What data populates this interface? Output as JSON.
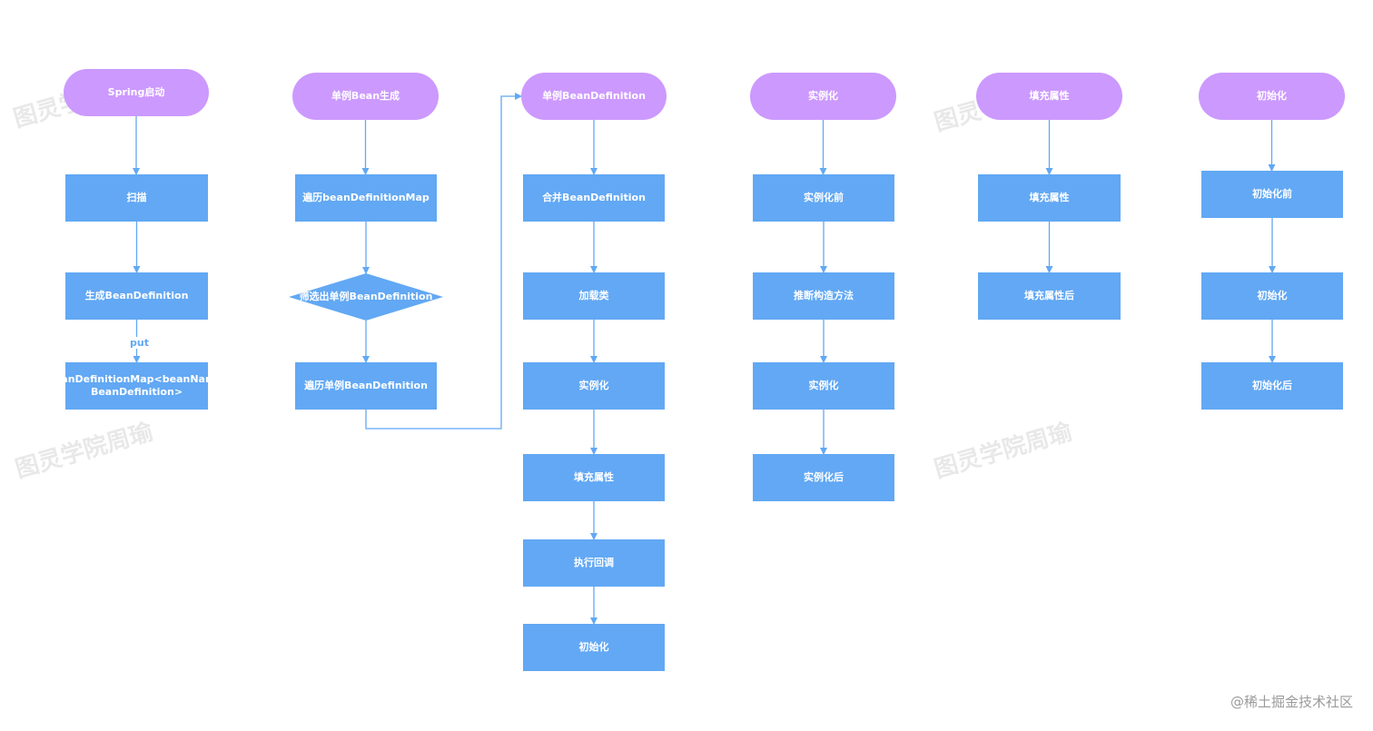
{
  "watermark_text": "图灵学院周瑜",
  "credit_text": "@稀土掘金技术社区",
  "colors": {
    "terminal": "#cc99ff",
    "process": "#62a8f4",
    "edge": "#62a8f4"
  },
  "nodes": [
    {
      "id": "c1-start",
      "type": "terminal",
      "label": "Spring启动"
    },
    {
      "id": "c1-scan",
      "type": "process",
      "label": "扫描"
    },
    {
      "id": "c1-gen",
      "type": "process",
      "label": "生成BeanDefinition"
    },
    {
      "id": "c1-map",
      "type": "process",
      "label": "beanDefinitionMap<beanName, BeanDefinition>"
    },
    {
      "id": "c2-start",
      "type": "terminal",
      "label": "单例Bean生成"
    },
    {
      "id": "c2-iter",
      "type": "process",
      "label": "遍历beanDefinitionMap"
    },
    {
      "id": "c2-filter",
      "type": "decision",
      "label": "筛选出单例BeanDefinition"
    },
    {
      "id": "c2-iter-single",
      "type": "process",
      "label": "遍历单例BeanDefinition"
    },
    {
      "id": "c3-start",
      "type": "terminal",
      "label": "单例BeanDefinition"
    },
    {
      "id": "c3-merge",
      "type": "process",
      "label": "合并BeanDefinition"
    },
    {
      "id": "c3-load",
      "type": "process",
      "label": "加载类"
    },
    {
      "id": "c3-inst",
      "type": "process",
      "label": "实例化"
    },
    {
      "id": "c3-fill",
      "type": "process",
      "label": "填充属性"
    },
    {
      "id": "c3-callback",
      "type": "process",
      "label": "执行回调"
    },
    {
      "id": "c3-init",
      "type": "process",
      "label": "初始化"
    },
    {
      "id": "c4-start",
      "type": "terminal",
      "label": "实例化"
    },
    {
      "id": "c4-before",
      "type": "process",
      "label": "实例化前"
    },
    {
      "id": "c4-infer",
      "type": "process",
      "label": "推断构造方法"
    },
    {
      "id": "c4-inst",
      "type": "process",
      "label": "实例化"
    },
    {
      "id": "c4-after",
      "type": "process",
      "label": "实例化后"
    },
    {
      "id": "c5-start",
      "type": "terminal",
      "label": "填充属性"
    },
    {
      "id": "c5-fill",
      "type": "process",
      "label": "填充属性"
    },
    {
      "id": "c5-after",
      "type": "process",
      "label": "填充属性后"
    },
    {
      "id": "c6-start",
      "type": "terminal",
      "label": "初始化"
    },
    {
      "id": "c6-before",
      "type": "process",
      "label": "初始化前"
    },
    {
      "id": "c6-init",
      "type": "process",
      "label": "初始化"
    },
    {
      "id": "c6-after",
      "type": "process",
      "label": "初始化后"
    }
  ],
  "edges": [
    {
      "from": "c1-start",
      "to": "c1-scan"
    },
    {
      "from": "c1-scan",
      "to": "c1-gen"
    },
    {
      "from": "c1-gen",
      "to": "c1-map",
      "label": "put"
    },
    {
      "from": "c2-start",
      "to": "c2-iter"
    },
    {
      "from": "c2-iter",
      "to": "c2-filter"
    },
    {
      "from": "c2-filter",
      "to": "c2-iter-single"
    },
    {
      "from": "c2-iter-single",
      "to": "c3-start"
    },
    {
      "from": "c3-start",
      "to": "c3-merge"
    },
    {
      "from": "c3-merge",
      "to": "c3-load"
    },
    {
      "from": "c3-load",
      "to": "c3-inst"
    },
    {
      "from": "c3-inst",
      "to": "c3-fill"
    },
    {
      "from": "c3-fill",
      "to": "c3-callback"
    },
    {
      "from": "c3-callback",
      "to": "c3-init"
    },
    {
      "from": "c4-start",
      "to": "c4-before"
    },
    {
      "from": "c4-before",
      "to": "c4-infer"
    },
    {
      "from": "c4-infer",
      "to": "c4-inst"
    },
    {
      "from": "c4-inst",
      "to": "c4-after"
    },
    {
      "from": "c5-start",
      "to": "c5-fill"
    },
    {
      "from": "c5-fill",
      "to": "c5-after"
    },
    {
      "from": "c6-start",
      "to": "c6-before"
    },
    {
      "from": "c6-before",
      "to": "c6-init"
    },
    {
      "from": "c6-init",
      "to": "c6-after"
    }
  ]
}
